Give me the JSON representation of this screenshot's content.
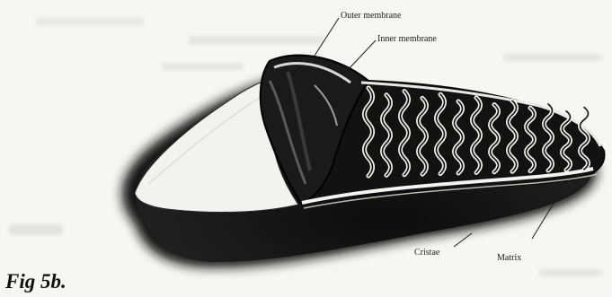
{
  "figure": {
    "caption": "Fig 5b.",
    "subject_icon": "mitochondrion-icon",
    "ink_color": "#151515",
    "paper_color": "#f6f6f3"
  },
  "labels": {
    "outer_membrane": "Outer membrane",
    "inner_membrane": "Inner membrane",
    "cristae": "Cristae",
    "matrix": "Matrix"
  },
  "background_text": {
    "fragment_bold": "organelle",
    "fragment_left": "MMA"
  }
}
